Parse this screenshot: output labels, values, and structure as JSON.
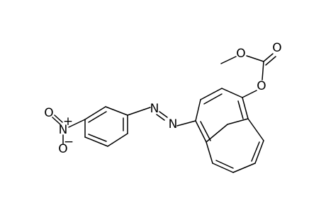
{
  "molecule": {
    "atoms": {
      "nitro_n": "N",
      "nitro_o_top": "O",
      "nitro_o_bottom": "O",
      "azo_n1": "N",
      "azo_n2": "N",
      "ester_o": "O",
      "carbonyl_o": "O",
      "methoxy_o": "O"
    },
    "charges": {
      "nitro_n": "+",
      "nitro_o_bottom": "−"
    }
  },
  "colors": {
    "line": "#000000",
    "background": "#ffffff"
  }
}
